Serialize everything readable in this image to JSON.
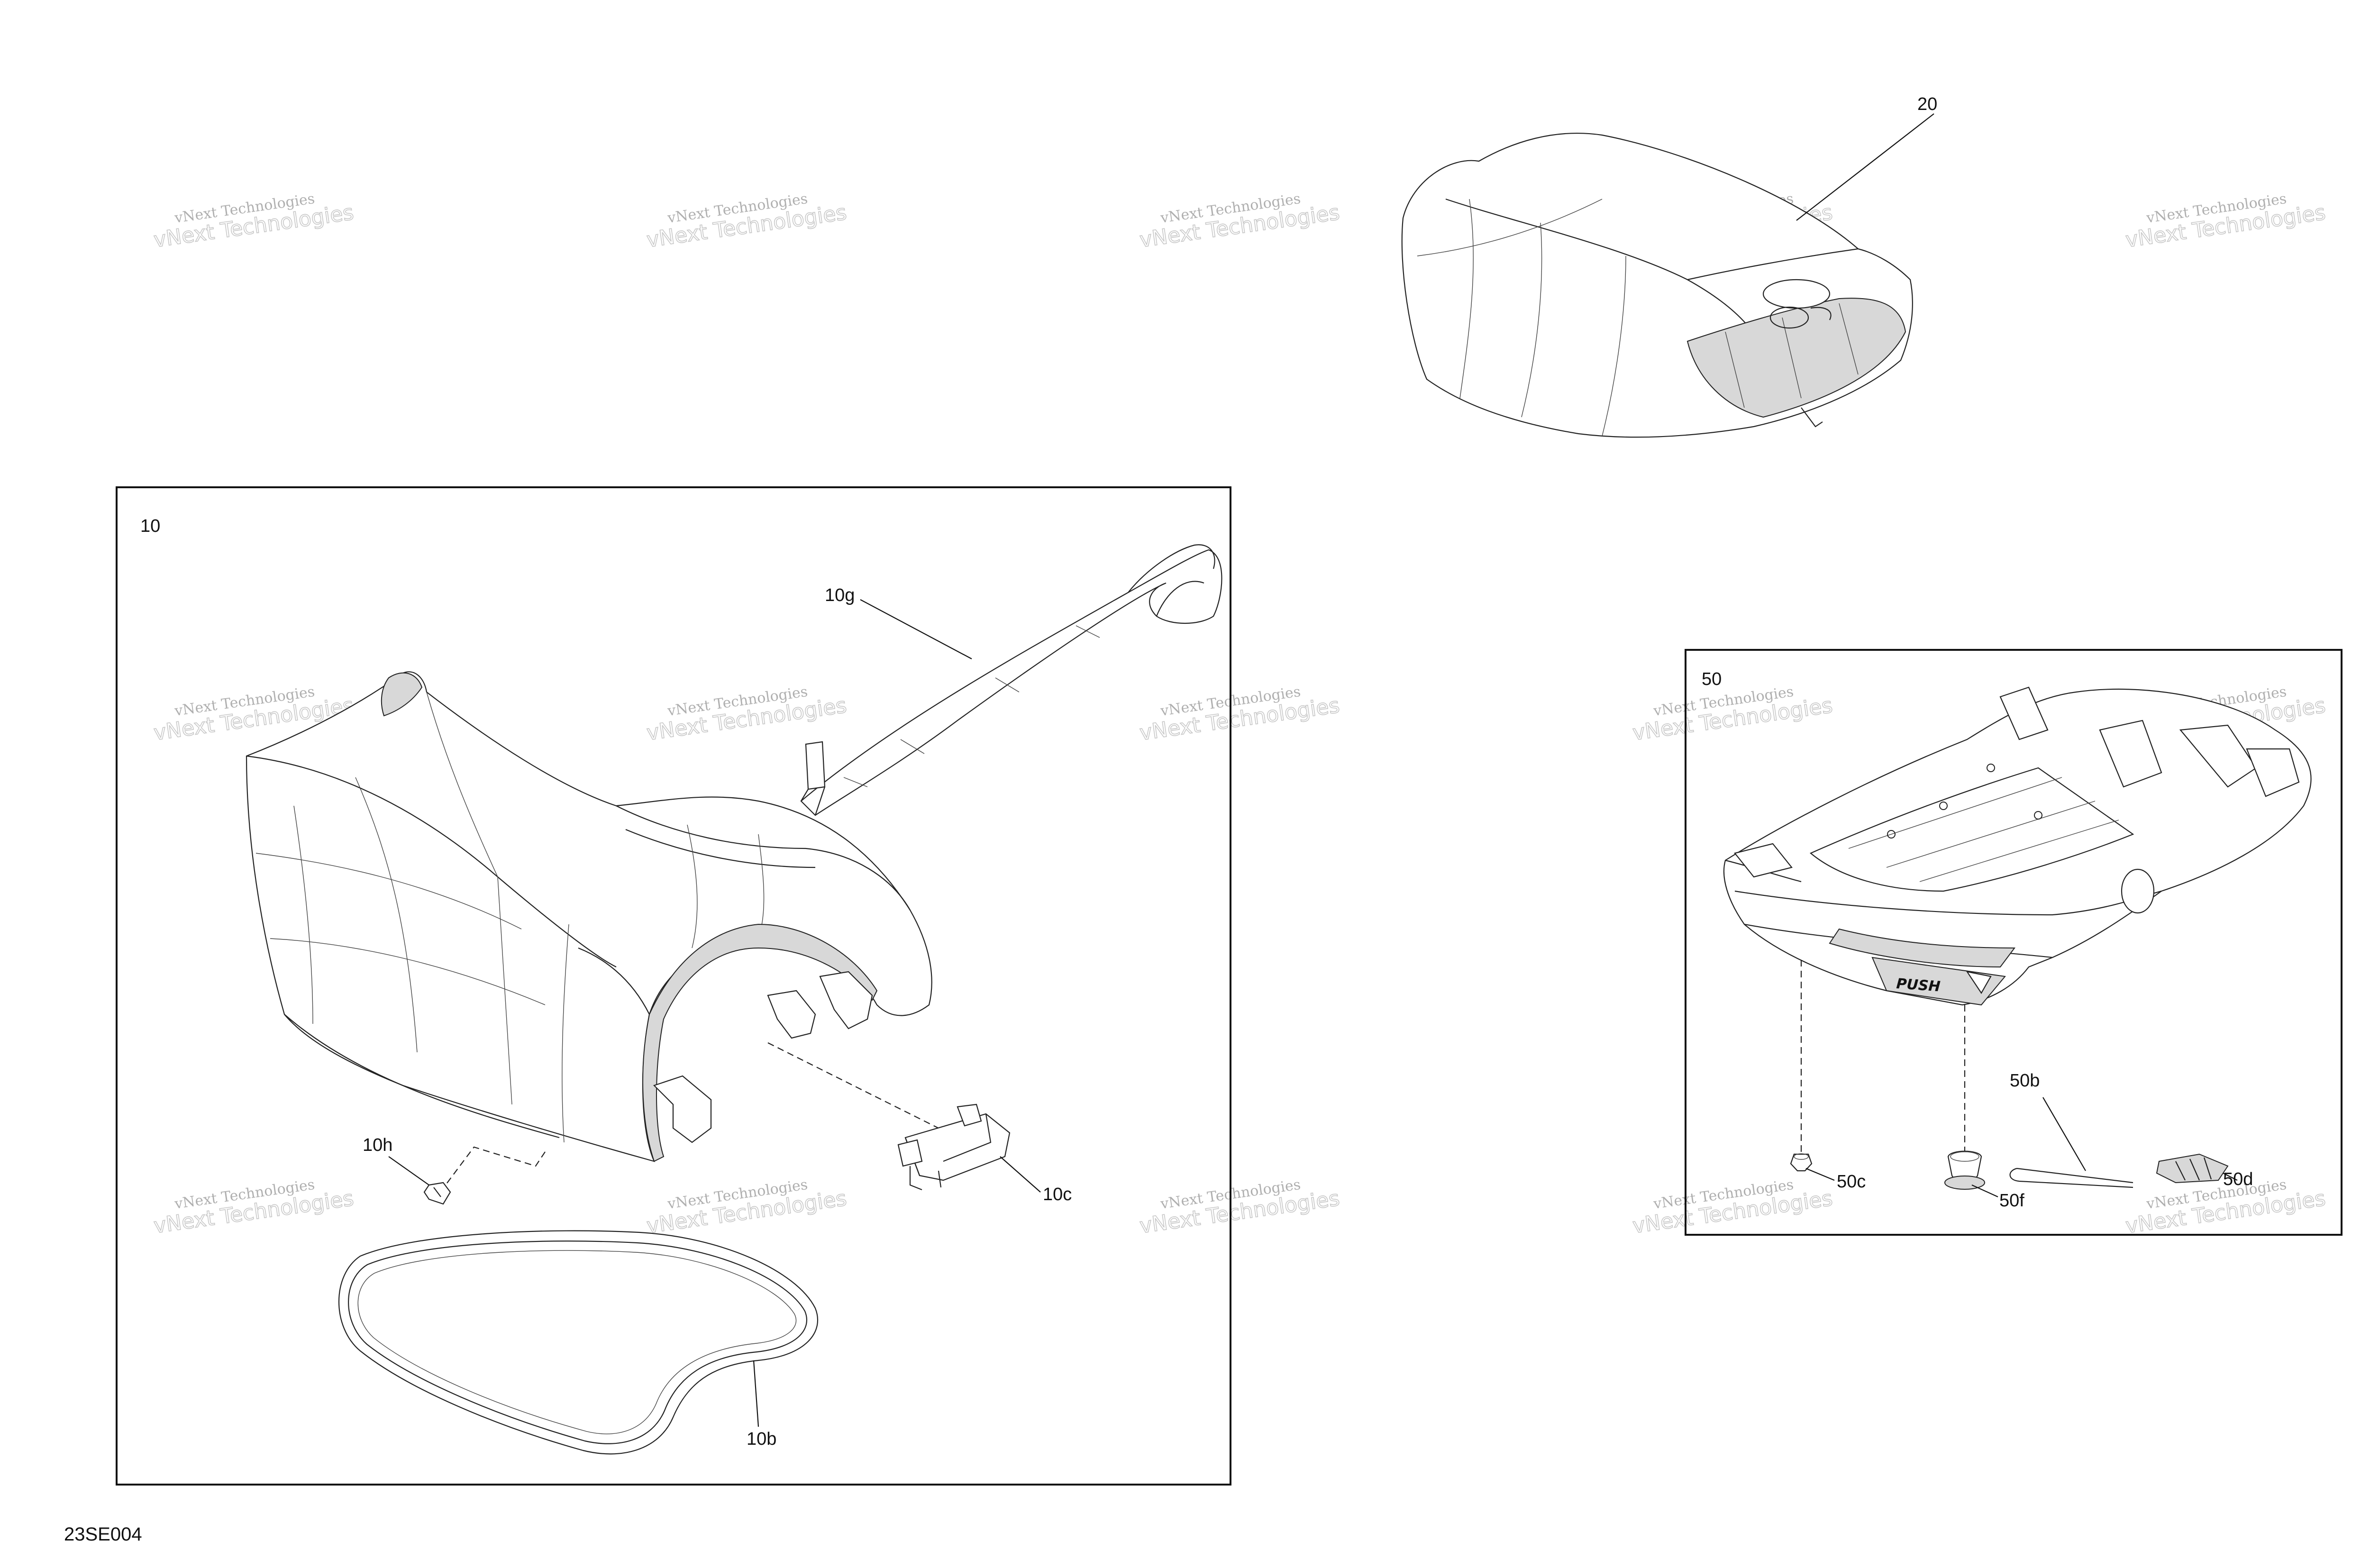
{
  "diagram_code": "23SE004",
  "watermark": {
    "line1": "vNext Technologies",
    "line2": "vNext Technologies"
  },
  "callouts": {
    "c20": "20",
    "c10": "10",
    "c10g": "10g",
    "c10h": "10h",
    "c10c": "10c",
    "c10b": "10b",
    "c50": "50",
    "c50b": "50b",
    "c50c": "50c",
    "c50f": "50f",
    "c50d": "50d"
  },
  "parts": {
    "push_label": "PUSH"
  }
}
